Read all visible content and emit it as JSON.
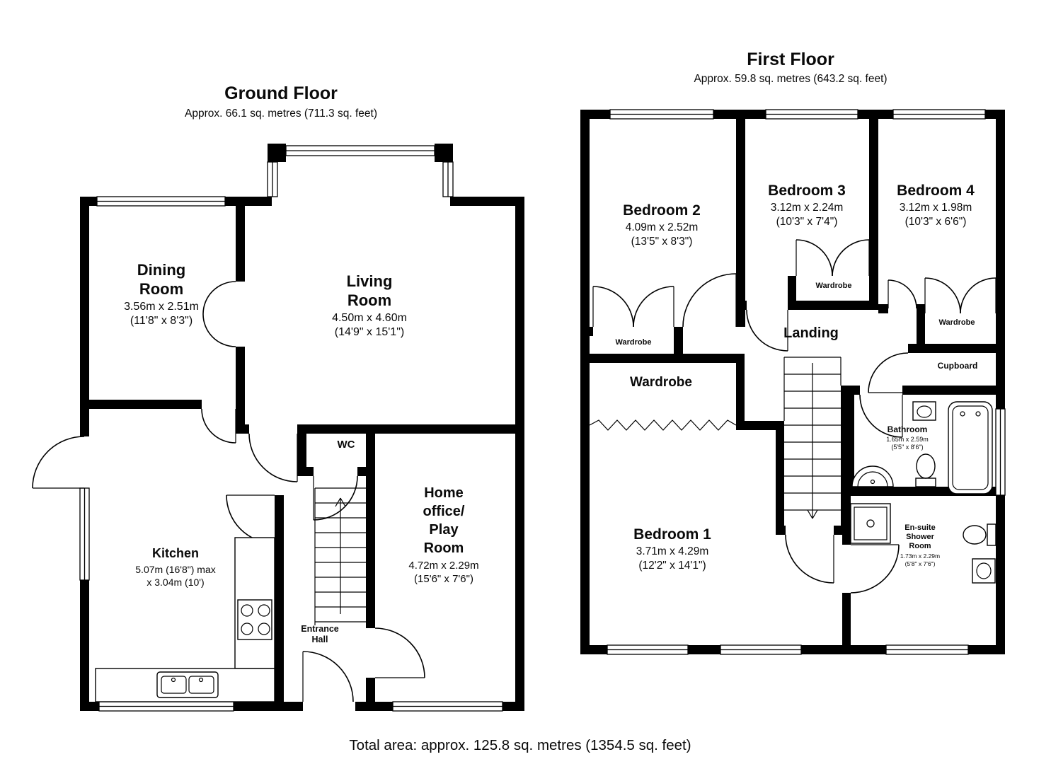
{
  "footer": {
    "total_area": "Total area: approx. 125.8 sq. metres (1354.5 sq. feet)"
  },
  "ground_floor": {
    "title": "Ground Floor",
    "subtitle": "Approx. 66.1 sq. metres (711.3 sq. feet)",
    "rooms": {
      "dining": {
        "name": "Dining\nRoom",
        "dims": "3.56m x 2.51m\n(11'8\" x 8'3\")"
      },
      "living": {
        "name": "Living\nRoom",
        "dims": "4.50m x 4.60m\n(14'9\" x 15'1\")"
      },
      "wc": {
        "name": "WC"
      },
      "kitchen": {
        "name": "Kitchen",
        "dims": "5.07m (16'8\") max\nx 3.04m (10')"
      },
      "entrance_hall": {
        "name": "Entrance\nHall"
      },
      "home_office": {
        "name": "Home\noffice/\nPlay\nRoom",
        "dims": "4.72m x 2.29m\n(15'6\" x 7'6\")"
      }
    }
  },
  "first_floor": {
    "title": "First Floor",
    "subtitle": "Approx. 59.8 sq. metres (643.2 sq. feet)",
    "rooms": {
      "bedroom1": {
        "name": "Bedroom 1",
        "dims": "3.71m x 4.29m\n(12'2\" x 14'1\")"
      },
      "bedroom2": {
        "name": "Bedroom 2",
        "dims": "4.09m x 2.52m\n(13'5\" x 8'3\")"
      },
      "bedroom3": {
        "name": "Bedroom 3",
        "dims": "3.12m x 2.24m\n(10'3\" x 7'4\")"
      },
      "bedroom4": {
        "name": "Bedroom 4",
        "dims": "3.12m x 1.98m\n(10'3\" x 6'6\")"
      },
      "landing": {
        "name": "Landing"
      },
      "wardrobe_walkin": {
        "name": "Wardrobe"
      },
      "wardrobe_b2": {
        "name": "Wardrobe"
      },
      "wardrobe_b3": {
        "name": "Wardrobe"
      },
      "wardrobe_b4": {
        "name": "Wardrobe"
      },
      "cupboard": {
        "name": "Cupboard"
      },
      "bathroom": {
        "name": "Bathroom",
        "dims": "1.65m x 2.59m\n(5'5\" x 8'6\")"
      },
      "ensuite": {
        "name": "En-suite\nShower\nRoom",
        "dims": "1.73m x 2.29m\n(5'8\" x 7'6\")"
      }
    }
  }
}
